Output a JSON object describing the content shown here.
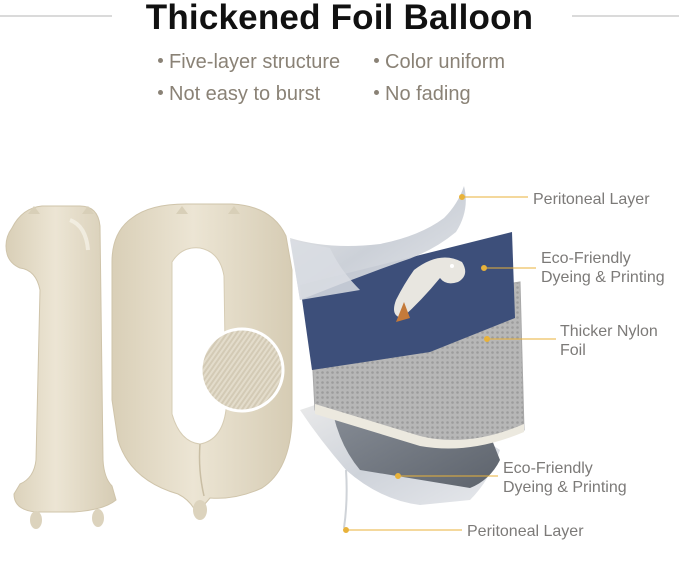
{
  "title": "Thickened Foil Balloon",
  "features": [
    "Five-layer structure",
    "Color uniform",
    "Not easy to burst",
    "No fading"
  ],
  "layers": [
    {
      "lines": [
        "Peritoneal Layer"
      ]
    },
    {
      "lines": [
        "Eco-Friendly",
        "Dyeing & Printing"
      ]
    },
    {
      "lines": [
        "Thicker Nylon",
        "Foil"
      ]
    },
    {
      "lines": [
        "Eco-Friendly",
        "Dyeing & Printing"
      ]
    },
    {
      "lines": [
        "Peritoneal Layer"
      ]
    }
  ],
  "colors": {
    "accent": "#e8b23a",
    "balloon": "#e6ddc8",
    "navy_layer": "#3d4f7a",
    "nylon_layer": "#b4b4b4",
    "gray_layer": "#6f757e",
    "text": "#7c7a78"
  }
}
